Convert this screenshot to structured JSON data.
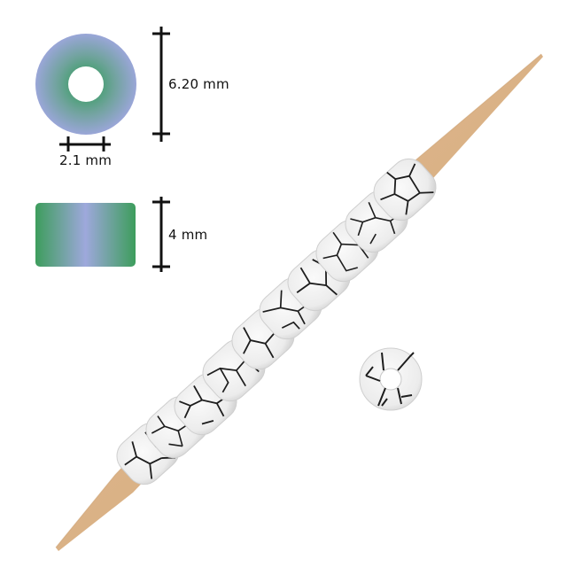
{
  "product_image": {
    "background": "#ffffff",
    "diagram": {
      "top_view": {
        "outer_diameter_label": "6.20 mm",
        "hole_diameter_label": "2.1 mm",
        "gradient_outer": "#9aa6d8",
        "gradient_inner": "#3f9e6a"
      },
      "side_view": {
        "height_label": "4 mm",
        "gradient_edge": "#3d9d5c",
        "gradient_center": "#9ea8dc"
      }
    },
    "photo": {
      "subject": "white crackle beads on wooden toothpick",
      "beads_on_stick": 10,
      "loose_beads": 1,
      "bead_color": "#f1f1f1",
      "crack_color": "#1d1d1d",
      "stick_color": "#dcb48a"
    }
  }
}
